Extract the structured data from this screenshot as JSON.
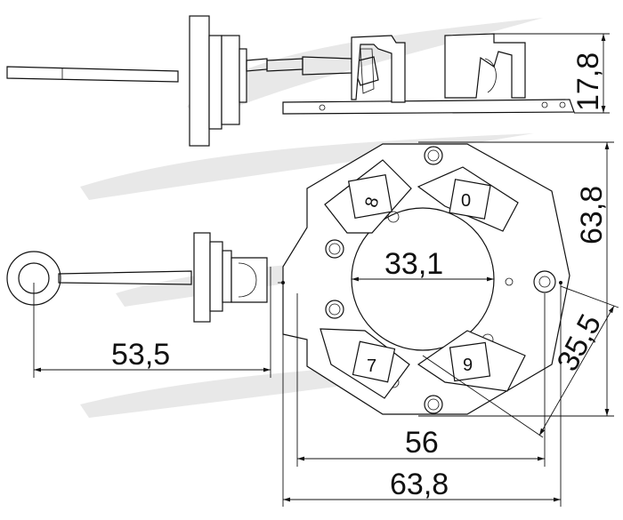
{
  "dimensions": {
    "height_top": "17,8",
    "inner_diameter": "33,1",
    "height_right": "63,8",
    "diagonal": "35,5",
    "lead_length": "53,5",
    "mount_width": "56",
    "overall_width": "63,8"
  },
  "brush_labels": [
    "8",
    "0",
    "7",
    "9"
  ],
  "colors": {
    "line": "#111111",
    "watermark": "#d6d6d6",
    "background": "#ffffff"
  }
}
